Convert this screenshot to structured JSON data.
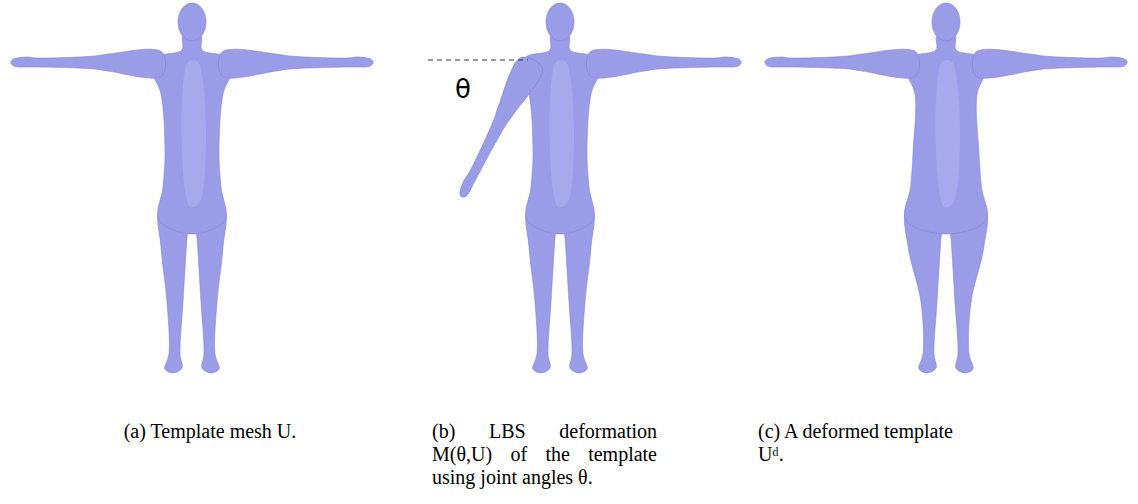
{
  "diagram": {
    "labels": [
      "θ",
      "(a) Template mesh U.",
      "(b) LBS deformation M(θ,U) of the template using joint angles θ.",
      "(c) A deformed template Uᵈ."
    ]
  }
}
